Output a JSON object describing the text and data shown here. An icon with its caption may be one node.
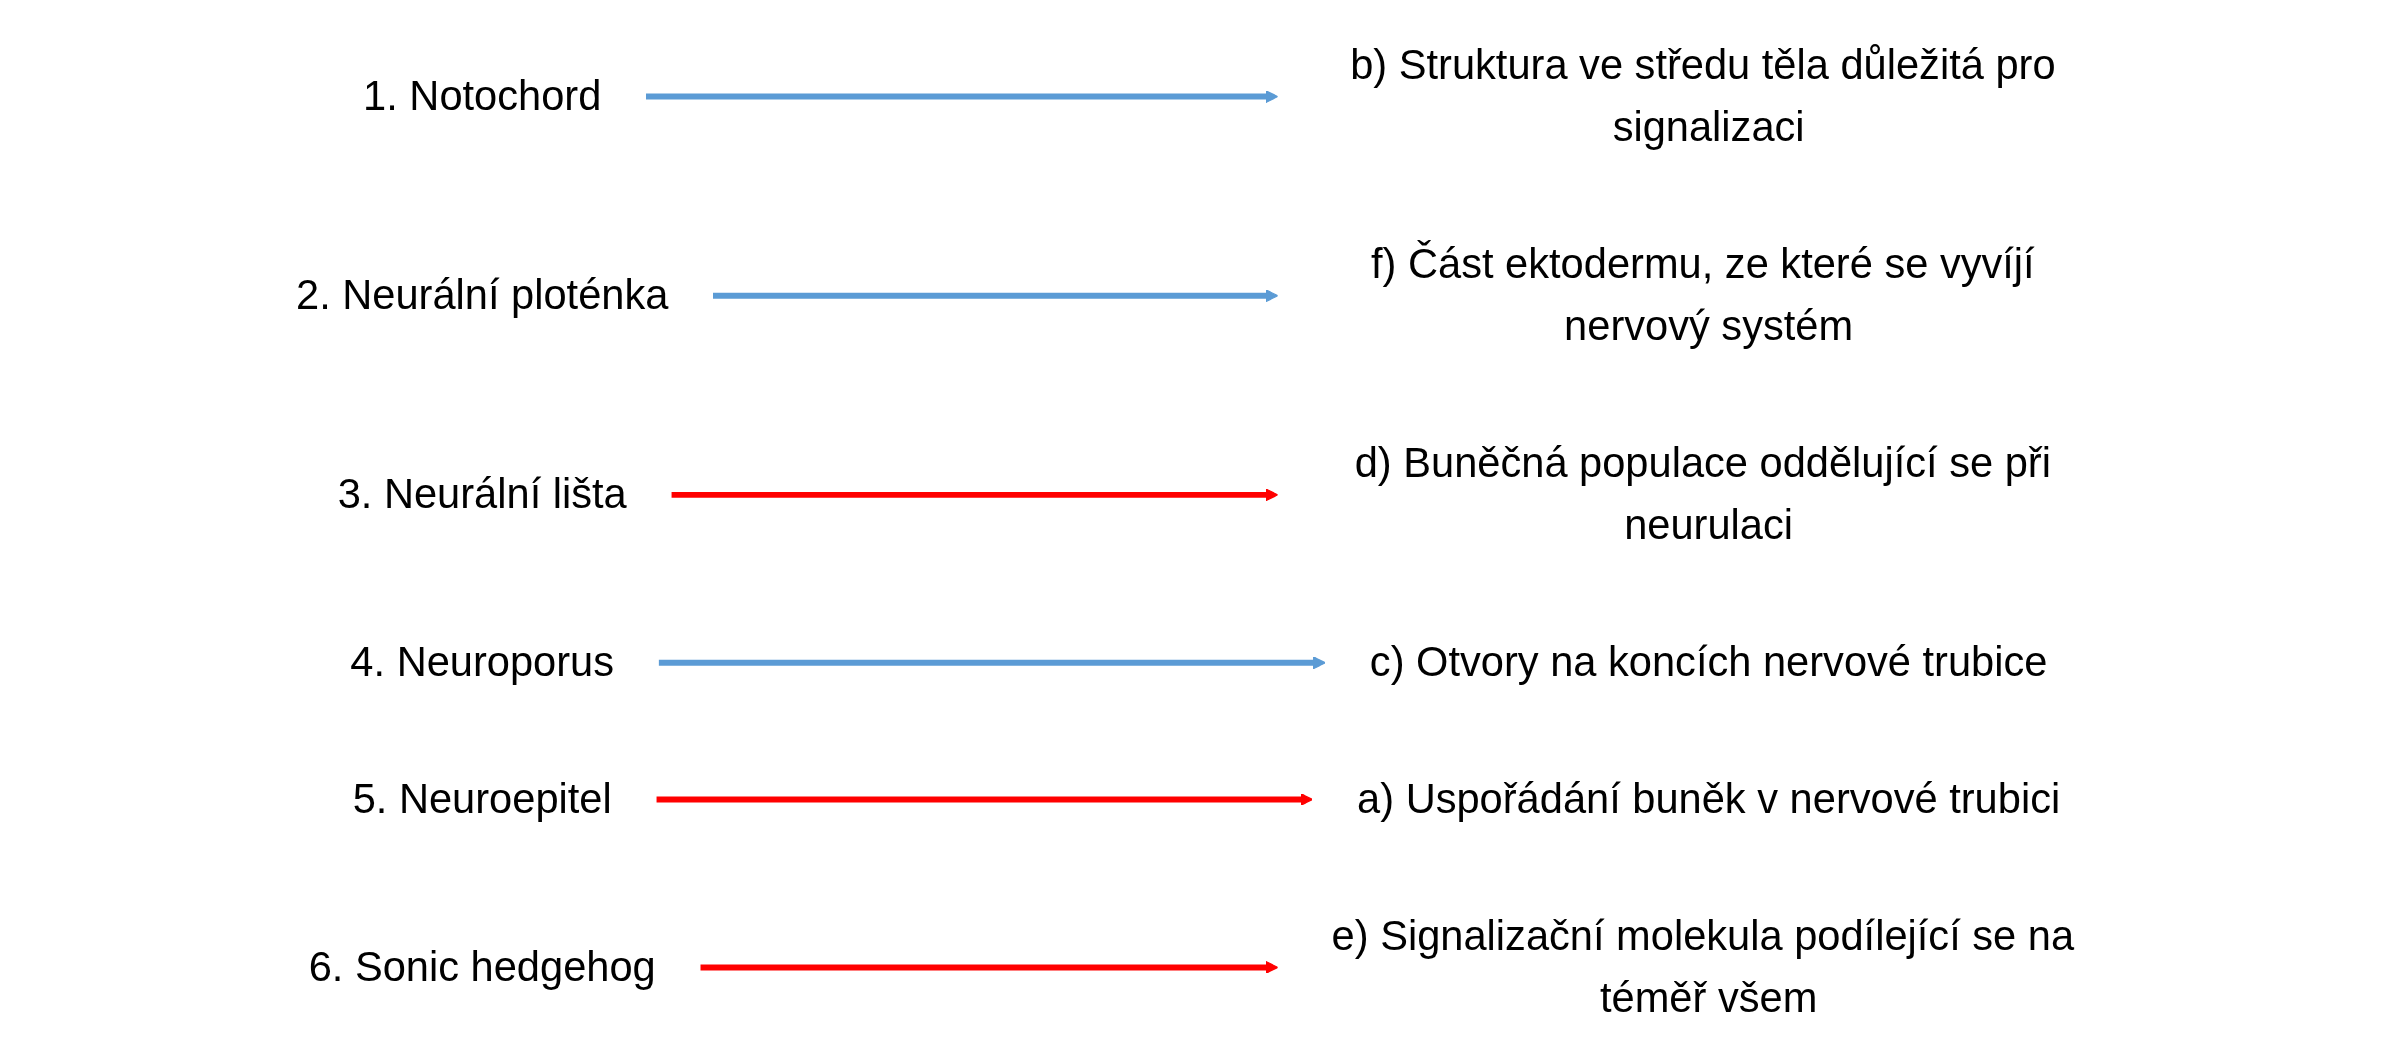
{
  "diagram": {
    "nodes": [
      {
        "text": [
          "1. Notochord"
        ]
      },
      {
        "text": [
          "2. Neurální ploténka"
        ]
      },
      {
        "text": [
          "3. Neurální lišta"
        ]
      },
      {
        "text": [
          "4. Neuroporus"
        ]
      },
      {
        "text": [
          "5. Neuroepitel"
        ]
      },
      {
        "text": [
          "6. Sonic hedgehog"
        ]
      },
      {
        "text": [
          "a) Uspořádání buněk v nervové trubici"
        ]
      },
      {
        "text": [
          "b) Struktura ve středu těla důležitá pro signalizaci"
        ]
      },
      {
        "text": [
          "c) Otvory na koncích nervové trubice"
        ]
      },
      {
        "text": [
          "d) Buněčná populace oddělující se při neurulaci"
        ]
      },
      {
        "text": [
          "e) Signalizační molekula podílející se na téměř všem"
        ]
      },
      {
        "text": [
          "f) Část ektodermu, ze které se vyvíjí nervový systém"
        ]
      }
    ],
    "edges": [
      {
        "from": 0,
        "to": 7,
        "arrow": "to",
        "color": "#5b9bd5"
      },
      {
        "from": 1,
        "to": 11,
        "arrow": "to",
        "color": "#5b9bd5"
      },
      {
        "from": 2,
        "to": 9,
        "arrow": "to",
        "color": "#ff0000"
      },
      {
        "from": 3,
        "to": 8,
        "arrow": "to",
        "color": "#5b9bd5"
      },
      {
        "from": 4,
        "to": 6,
        "arrow": "to",
        "color": "#ff0000"
      },
      {
        "from": 5,
        "to": 10,
        "arrow": "to",
        "color": "#ff0000"
      }
    ]
  }
}
